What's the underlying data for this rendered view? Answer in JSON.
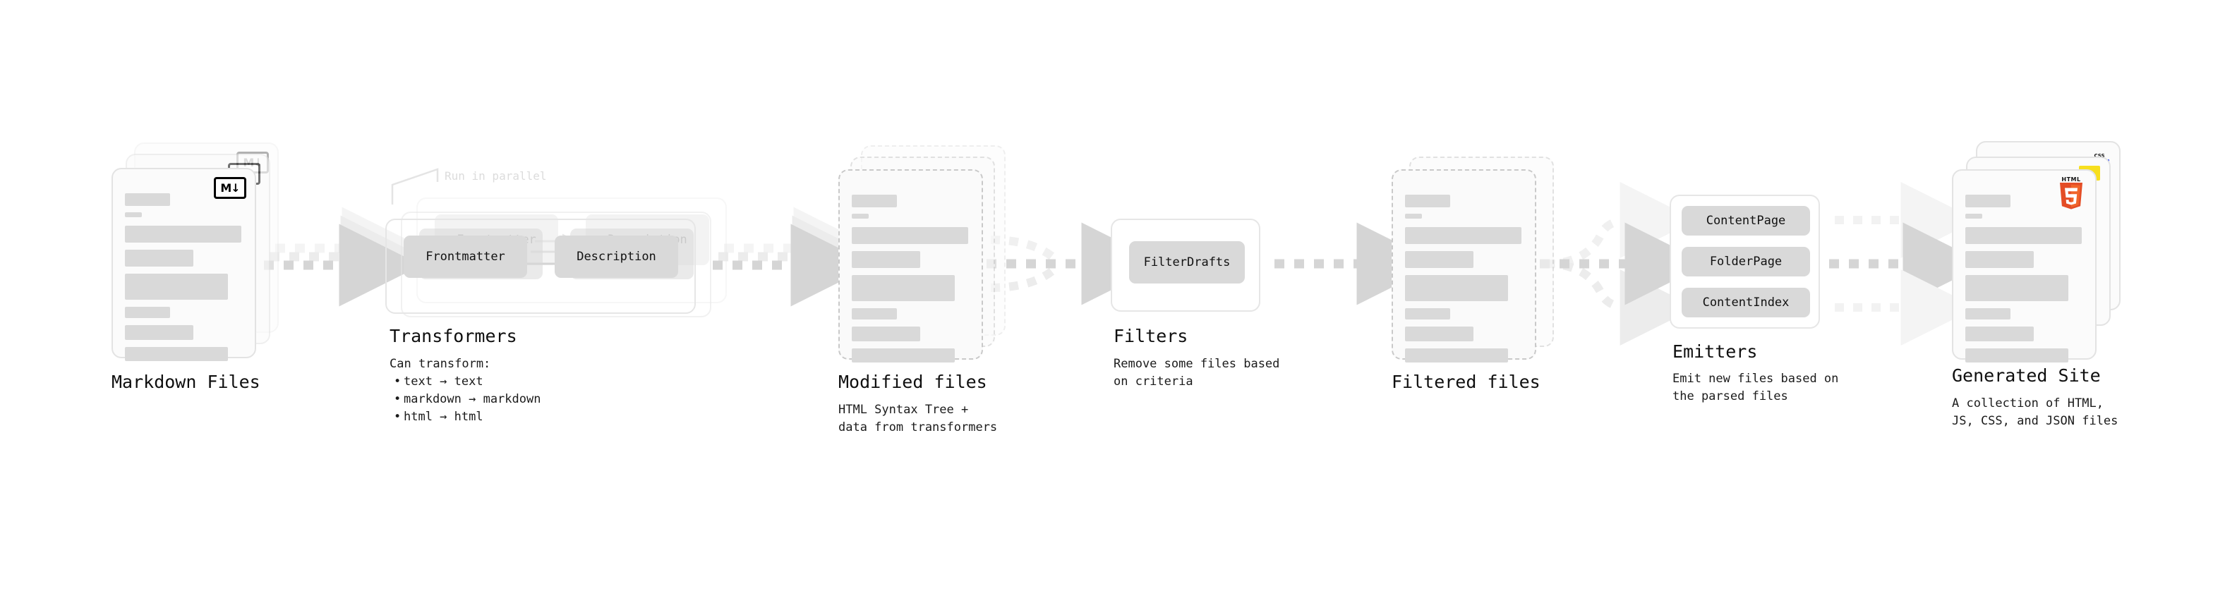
{
  "diagram": {
    "title_font_note": "monospace",
    "stages": [
      {
        "id": "markdown-files",
        "title": "Markdown Files",
        "subtitle": "",
        "badge": "markdown-icon"
      },
      {
        "id": "transformers",
        "title": "Transformers",
        "subtitle": "Can transform:",
        "annotation": "Run in parallel",
        "chips": [
          "Frontmatter",
          "Description"
        ],
        "bullets": [
          "text → text",
          "markdown → markdown",
          "html → html"
        ]
      },
      {
        "id": "modified-files",
        "title": "Modified files",
        "subtitle": "HTML Syntax Tree +\ndata from transformers"
      },
      {
        "id": "filters",
        "title": "Filters",
        "subtitle": "Remove some files based\non criteria",
        "chips": [
          "FilterDrafts"
        ]
      },
      {
        "id": "filtered-files",
        "title": "Filtered files",
        "subtitle": ""
      },
      {
        "id": "emitters",
        "title": "Emitters",
        "subtitle": "Emit new files based on\nthe parsed files",
        "chips": [
          "ContentPage",
          "FolderPage",
          "ContentIndex"
        ]
      },
      {
        "id": "generated-site",
        "title": "Generated Site",
        "subtitle": "A collection of HTML,\nJS, CSS, and JSON files",
        "badges": [
          "css-icon",
          "javascript-icon",
          "html5-icon"
        ]
      }
    ],
    "icons": {
      "markdown_label": "M↓",
      "css_label": "CSS",
      "html5_label": "HTML",
      "html5_digit": "5"
    },
    "colors": {
      "background": "#ffffff",
      "text": "#111111",
      "skeleton_bar": "#d9d9d9",
      "card_border": "#e3e3e3",
      "card_fill": "#fbfbfb",
      "dashed_border": "#c9c9c9",
      "chip_fill": "#d9d9d9",
      "group_border": "#e6e6e6",
      "arrow": "#d5d5d5",
      "annotation_text": "#dcdcdc",
      "css_blue": "#2641ff",
      "js_yellow": "#f7df1e",
      "html5_orange": "#e44d26",
      "html5_orange_light": "#f16529"
    }
  }
}
